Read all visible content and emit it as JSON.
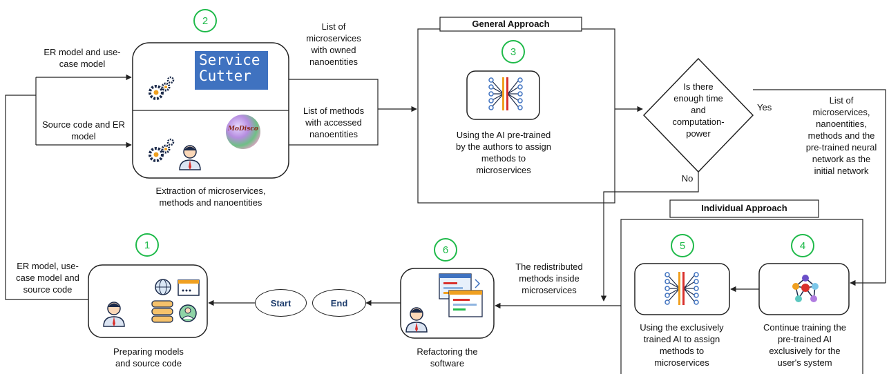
{
  "labels": {
    "er_usecase_input": "ER model and use-\ncase model",
    "source_er_input": "Source code and ER\nmodel",
    "prep_output": "ER model, use-\ncase model and\nsource code",
    "owned_list": "List of\nmicroservices\nwith owned\nnanoentities",
    "accessed_list": "List of methods\nwith accessed\nnanoentities",
    "yes": "Yes",
    "no": "No",
    "yes_output": "List of\nmicroservices,\nnanoentities,\nmethods and the\npre-trained neural\nnetwork as the\ninitial network",
    "redistributed": "The redistributed\nmethods inside\nmicroservices"
  },
  "captions": {
    "extraction": "Extraction of microservices,\nmethods and nanoentities",
    "general": "Using the AI pre-trained\nby the authors to assign\nmethods to\nmicroservices",
    "preparing": "Preparing models\nand source code",
    "refactoring": "Refactoring the\nsoftware",
    "exclusive": "Using the exclusively\ntrained AI to assign\nmethods to\nmicroservices",
    "continue": "Continue training the\npre-trained AI\nexclusively for the\nuser's system"
  },
  "decision": "Is there\nenough time\nand\ncomputation-\npower",
  "headers": {
    "general": "General Approach",
    "individual": "Individual Approach"
  },
  "steps": [
    "1",
    "2",
    "3",
    "4",
    "5",
    "6"
  ],
  "terminals": {
    "start": "Start",
    "end": "End"
  },
  "logos": {
    "service_cutter": "Service\nCutter",
    "modisco": "MoDisco"
  },
  "colors": {
    "step_circle": "#1fba4a",
    "terminal_text": "#1c3b6b",
    "service_cutter_bg": "#3f72c0"
  },
  "icons": [
    "gears-icon",
    "person-icon",
    "neural-network-icon",
    "graph-network-icon",
    "database-server-icon",
    "code-window-icon"
  ]
}
